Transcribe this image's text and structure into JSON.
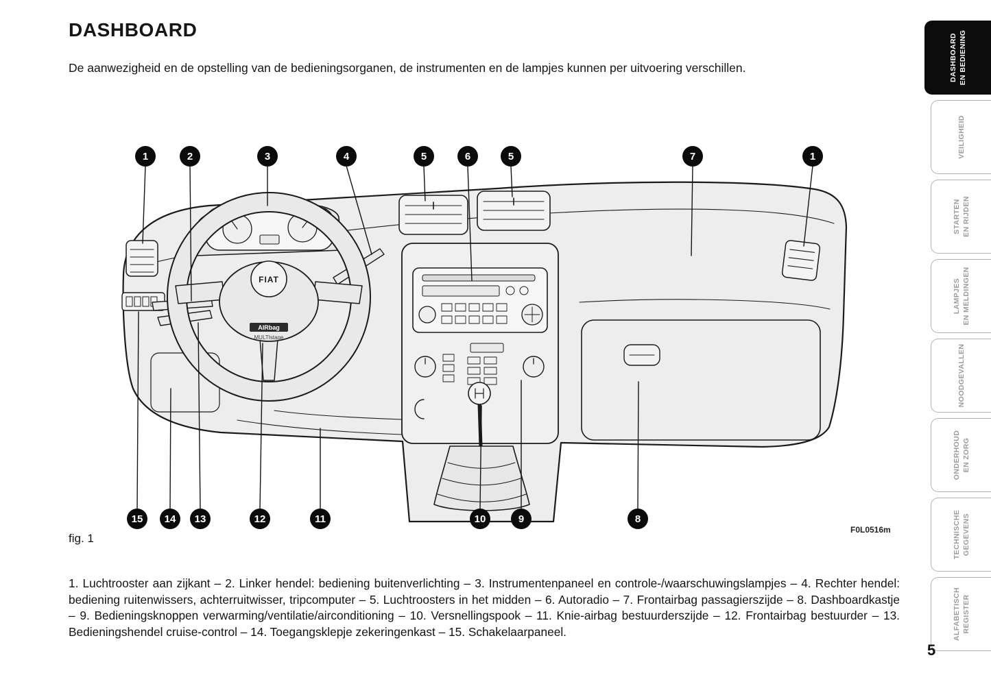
{
  "page": {
    "title": "DASHBOARD",
    "intro": "De aanwezigheid en de opstelling van de bedieningsorganen, de instrumenten en de lampjes kunnen per uitvoering verschillen.",
    "page_number": "5"
  },
  "figure": {
    "caption": "fig. 1",
    "code": "F0L0516m",
    "steering_badge": "FIAT",
    "airbag_label_1": "AIRbag",
    "airbag_label_2": "MULTIstage",
    "callouts_top": [
      "1",
      "2",
      "3",
      "4",
      "5",
      "6",
      "5",
      "7",
      "1"
    ],
    "callouts_bottom": [
      "15",
      "14",
      "13",
      "12",
      "11",
      "10",
      "9",
      "8"
    ]
  },
  "legend": {
    "text": "1. Luchtrooster aan zijkant – 2. Linker hendel: bediening buitenverlichting – 3. Instrumentenpaneel en controle-/waarschuwingslampjes – 4. Rechter hendel: bediening ruitenwissers, achterruitwisser, tripcomputer – 5. Luchtroosters in het midden – 6. Autoradio – 7. Frontairbag passagierszijde – 8. Dashboardkastje – 9. Bedieningsknoppen verwarming/ventilatie/airconditioning – 10. Versnellingspook – 11. Knie-airbag bestuurderszijde – 12. Frontairbag bestuurder – 13. Bedieningshendel cruise-control – 14. Toegangsklepje zekeringenkast – 15. Schakelaarpaneel."
  },
  "sidebar": {
    "tabs": [
      {
        "label": "DASHBOARD EN BEDIENING",
        "lines": [
          "DASHBOARD",
          "EN BEDIENING"
        ],
        "active": true
      },
      {
        "label": "VEILIGHEID",
        "lines": [
          "VEILIGHEID"
        ],
        "active": false
      },
      {
        "label": "STARTEN EN RIJDEN",
        "lines": [
          "STARTEN",
          "EN RIJDEN"
        ],
        "active": false
      },
      {
        "label": "LAMPJES EN MELDINGEN",
        "lines": [
          "LAMPJES",
          "EN MELDINGEN"
        ],
        "active": false
      },
      {
        "label": "NOODGEVALLEN",
        "lines": [
          "NOODGEVALLEN"
        ],
        "active": false
      },
      {
        "label": "ONDERHOUD EN ZORG",
        "lines": [
          "ONDERHOUD",
          "EN ZORG"
        ],
        "active": false
      },
      {
        "label": "TECHNISCHE GEGEVENS",
        "lines": [
          "TECHNISCHE",
          "GEGEVENS"
        ],
        "active": false
      },
      {
        "label": "ALFABETISCH REGISTER",
        "lines": [
          "ALFABETISCH",
          "REGISTER"
        ],
        "active": false
      }
    ]
  }
}
